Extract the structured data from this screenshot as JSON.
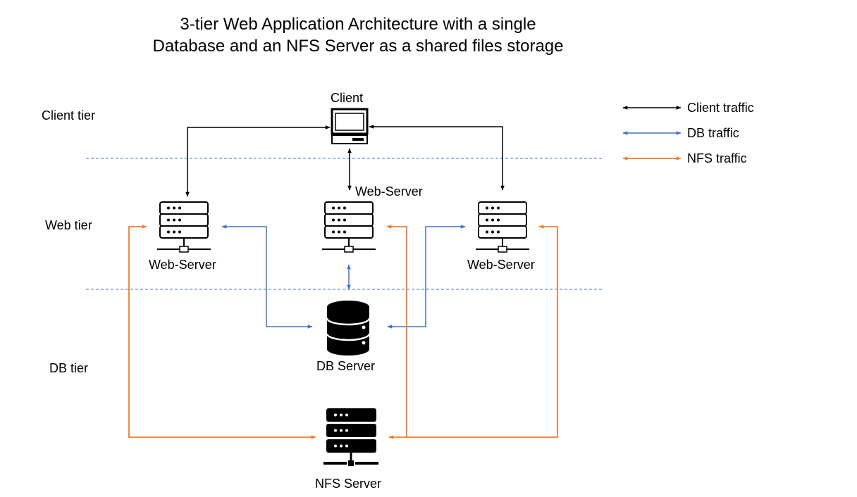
{
  "title": {
    "line1": "3-tier Web Application Architecture with a single",
    "line2": "Database and an NFS  Server as a shared files storage"
  },
  "tiers": {
    "client": "Client tier",
    "web": "Web tier",
    "db": "DB tier"
  },
  "nodes": {
    "client": "Client",
    "web_server_left": "Web-Server",
    "web_server_center": "Web-Server",
    "web_server_right": "Web-Server",
    "db_server": "DB Server",
    "nfs_server": "NFS Server"
  },
  "legend": {
    "client_traffic": "Client traffic",
    "db_traffic": "DB traffic",
    "nfs_traffic": "NFS traffic"
  },
  "colors": {
    "client_traffic": "#000000",
    "db_traffic": "#4472C4",
    "nfs_traffic": "#ED7D31",
    "tier_divider": "#4472C4"
  }
}
